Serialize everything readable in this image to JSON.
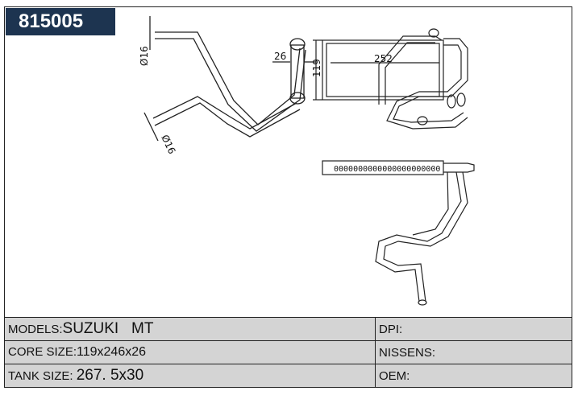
{
  "part_number": "815005",
  "dimensions": {
    "tube_top": "Ø16",
    "tube_bottom": "Ø16",
    "core_depth": "26",
    "core_height": "119",
    "core_width": "252"
  },
  "side_view_label": "0000000000000000000000",
  "specs": {
    "models_label": "MODELS:",
    "models_value": "SUZUKI   MT",
    "core_size_label": "CORE SIZE:",
    "core_size_value": "119x246x26",
    "tank_size_label": "TANK SIZE: ",
    "tank_size_value": "267. 5x30",
    "dpi_label": "DPI:",
    "nissens_label": "NISSENS:",
    "oem_label": "OEM:"
  }
}
